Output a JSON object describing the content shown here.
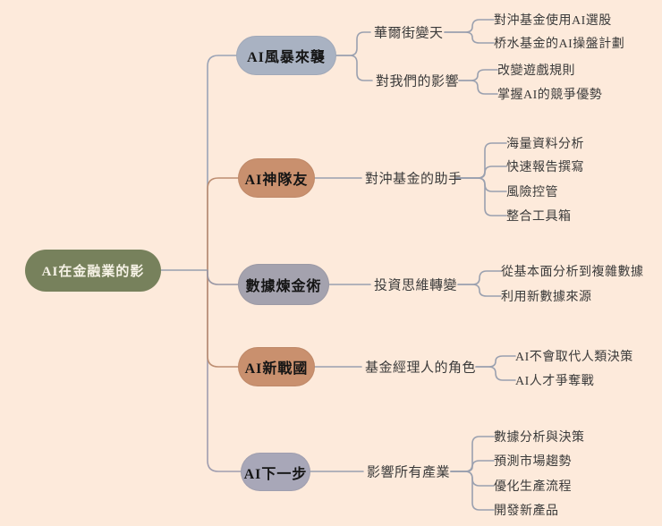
{
  "root": {
    "label": "AI在金融業的影"
  },
  "colors": {
    "background": "#fdeadb",
    "root_fill": "#77815c",
    "root_text": "#f6f2e6",
    "line_root": "#98a0ae",
    "line_neutral": "#9aa0af",
    "text": "#3a3a3a"
  },
  "branches": [
    {
      "label": "AI風暴來襲",
      "color": "#a9b2c2",
      "line_color": "#9aa3b6",
      "children": [
        {
          "label": "華爾街變天",
          "children": [
            {
              "label": "對沖基金使用AI選股"
            },
            {
              "label": "桥水基金的AI操盤計劃"
            }
          ]
        },
        {
          "label": "對我們的影響",
          "children": [
            {
              "label": "改變遊戲規則"
            },
            {
              "label": "掌握AI的競爭優勢"
            }
          ]
        }
      ]
    },
    {
      "label": "AI神隊友",
      "color": "#c9906e",
      "line_color": "#bd8e72",
      "children": [
        {
          "label": "對沖基金的助手",
          "children": [
            {
              "label": "海量資料分析"
            },
            {
              "label": "快速報告撰寫"
            },
            {
              "label": "風險控管"
            },
            {
              "label": "整合工具箱"
            }
          ]
        }
      ]
    },
    {
      "label": "數據煉金術",
      "color": "#a4a2ae",
      "line_color": "#9896a4",
      "children": [
        {
          "label": "投資思維轉變",
          "children": [
            {
              "label": "從基本面分析到複雜數據"
            },
            {
              "label": "利用新數據來源"
            }
          ]
        }
      ]
    },
    {
      "label": "AI新戰國",
      "color": "#c9906e",
      "line_color": "#bd8e72",
      "children": [
        {
          "label": "基金經理人的角色",
          "children": [
            {
              "label": "AI不會取代人類決策"
            },
            {
              "label": "AI人才爭奪戰"
            }
          ]
        }
      ]
    },
    {
      "label": "AI下一步",
      "color": "#a8a7b8",
      "line_color": "#9f9daf",
      "children": [
        {
          "label": "影響所有產業",
          "children": [
            {
              "label": "數據分析與決策"
            },
            {
              "label": "預測市場趨勢"
            },
            {
              "label": "優化生產流程"
            },
            {
              "label": "開發新產品"
            }
          ]
        }
      ]
    }
  ]
}
